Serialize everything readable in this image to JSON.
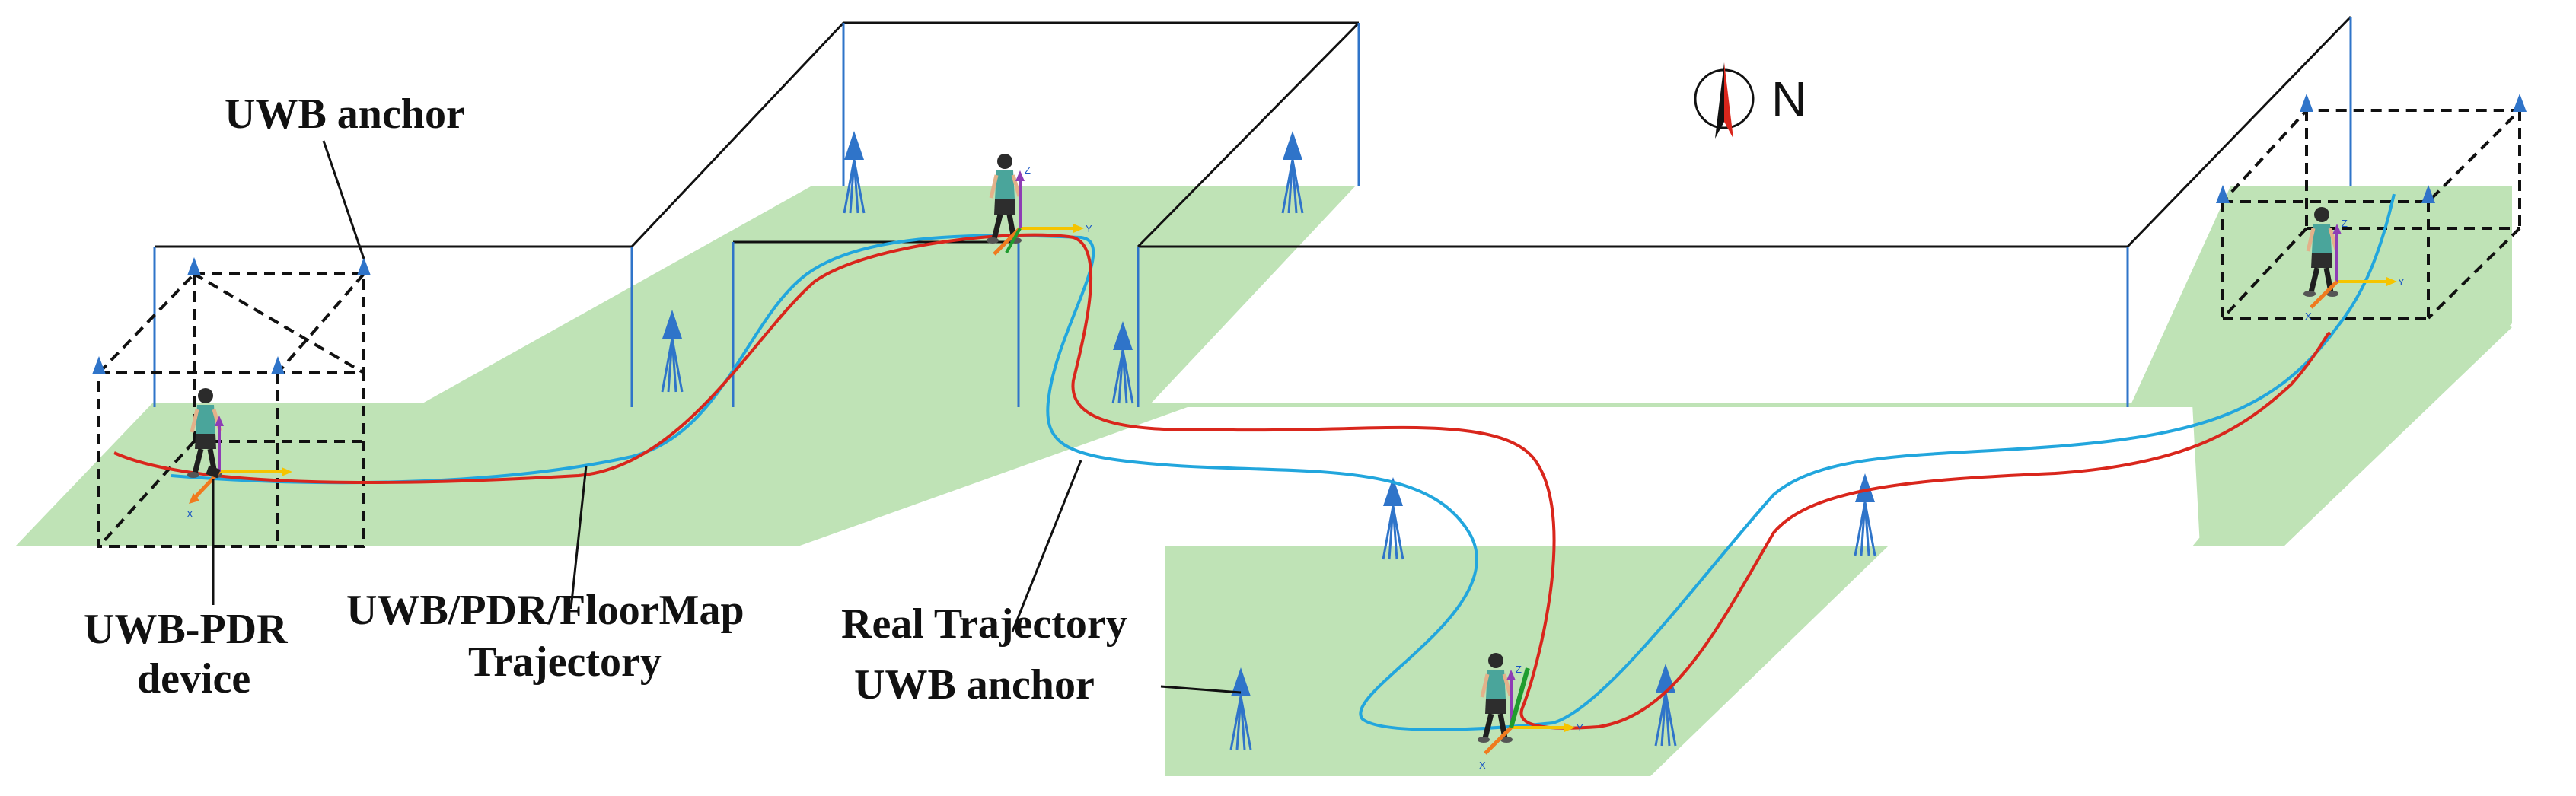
{
  "labels": {
    "uwb_anchor_top": "UWB anchor",
    "uwb_pdr_device_line1": "UWB-PDR",
    "uwb_pdr_device_line2": "device",
    "fused_trajectory_line1": "UWB/PDR/FloorMap",
    "fused_trajectory_line2": "Trajectory",
    "real_trajectory": "Real Trajectory",
    "uwb_anchor_bottom": "UWB  anchor"
  },
  "compass": {
    "label": "N"
  },
  "axis_letters": {
    "x": "X",
    "y": "Y",
    "z": "Z"
  },
  "colors": {
    "floor": "#bfe3b6",
    "walls": "#111111",
    "anchor": "#2f74c9",
    "real_trajectory": "#22a6dd",
    "fused_trajectory": "#d9261c",
    "axis_x": "#f07a1e",
    "axis_y": "#f5c400",
    "axis_z": "#8e3db5",
    "heading": "#1f9c2e"
  }
}
